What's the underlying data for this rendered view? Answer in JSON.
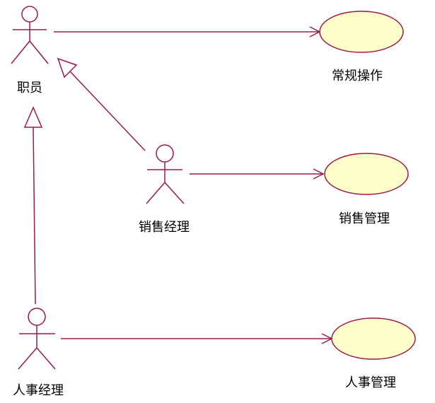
{
  "diagram": {
    "actors": {
      "staff": "职员",
      "sales_manager": "销售经理",
      "hr_manager": "人事经理"
    },
    "use_cases": {
      "routine_ops": "常规操作",
      "sales_mgmt": "销售管理",
      "hr_mgmt": "人事管理"
    }
  },
  "colors": {
    "line": "#9b1a4a",
    "ellipse_fill": "#ffffcc",
    "ellipse_stroke": "#9b1a4a",
    "text": "#000000"
  }
}
